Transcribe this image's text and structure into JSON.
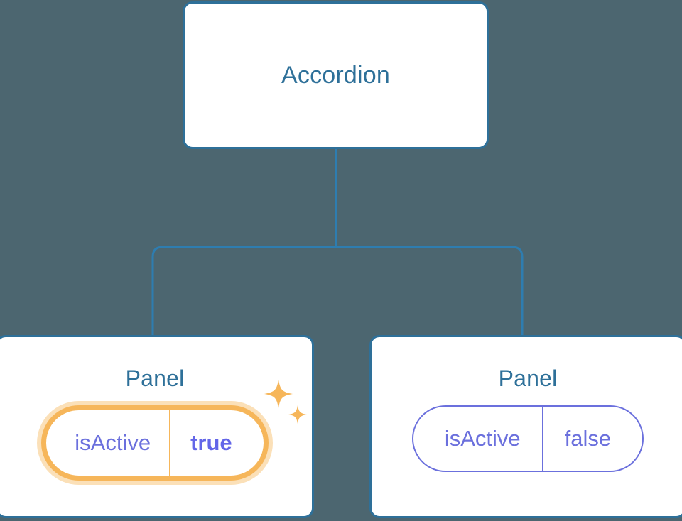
{
  "diagram": {
    "type": "component-tree",
    "background_color": "#4c6670",
    "node_border_color": "#2e7099",
    "node_title_color": "#2e7099",
    "connector_color": "#2e7db0",
    "highlight_color": "#f6b65a",
    "highlight_glow_color": "#fbe0b8",
    "prop_text_color": "#6b70dd",
    "prop_value_active_color": "#6366e8",
    "root": {
      "title": "Accordion"
    },
    "children": [
      {
        "title": "Panel",
        "highlighted": true,
        "prop": {
          "key": "isActive",
          "value": "true"
        }
      },
      {
        "title": "Panel",
        "highlighted": false,
        "prop": {
          "key": "isActive",
          "value": "false"
        }
      }
    ],
    "decorations": {
      "sparkle_large": "sparkle-icon",
      "sparkle_small": "sparkle-icon"
    }
  }
}
